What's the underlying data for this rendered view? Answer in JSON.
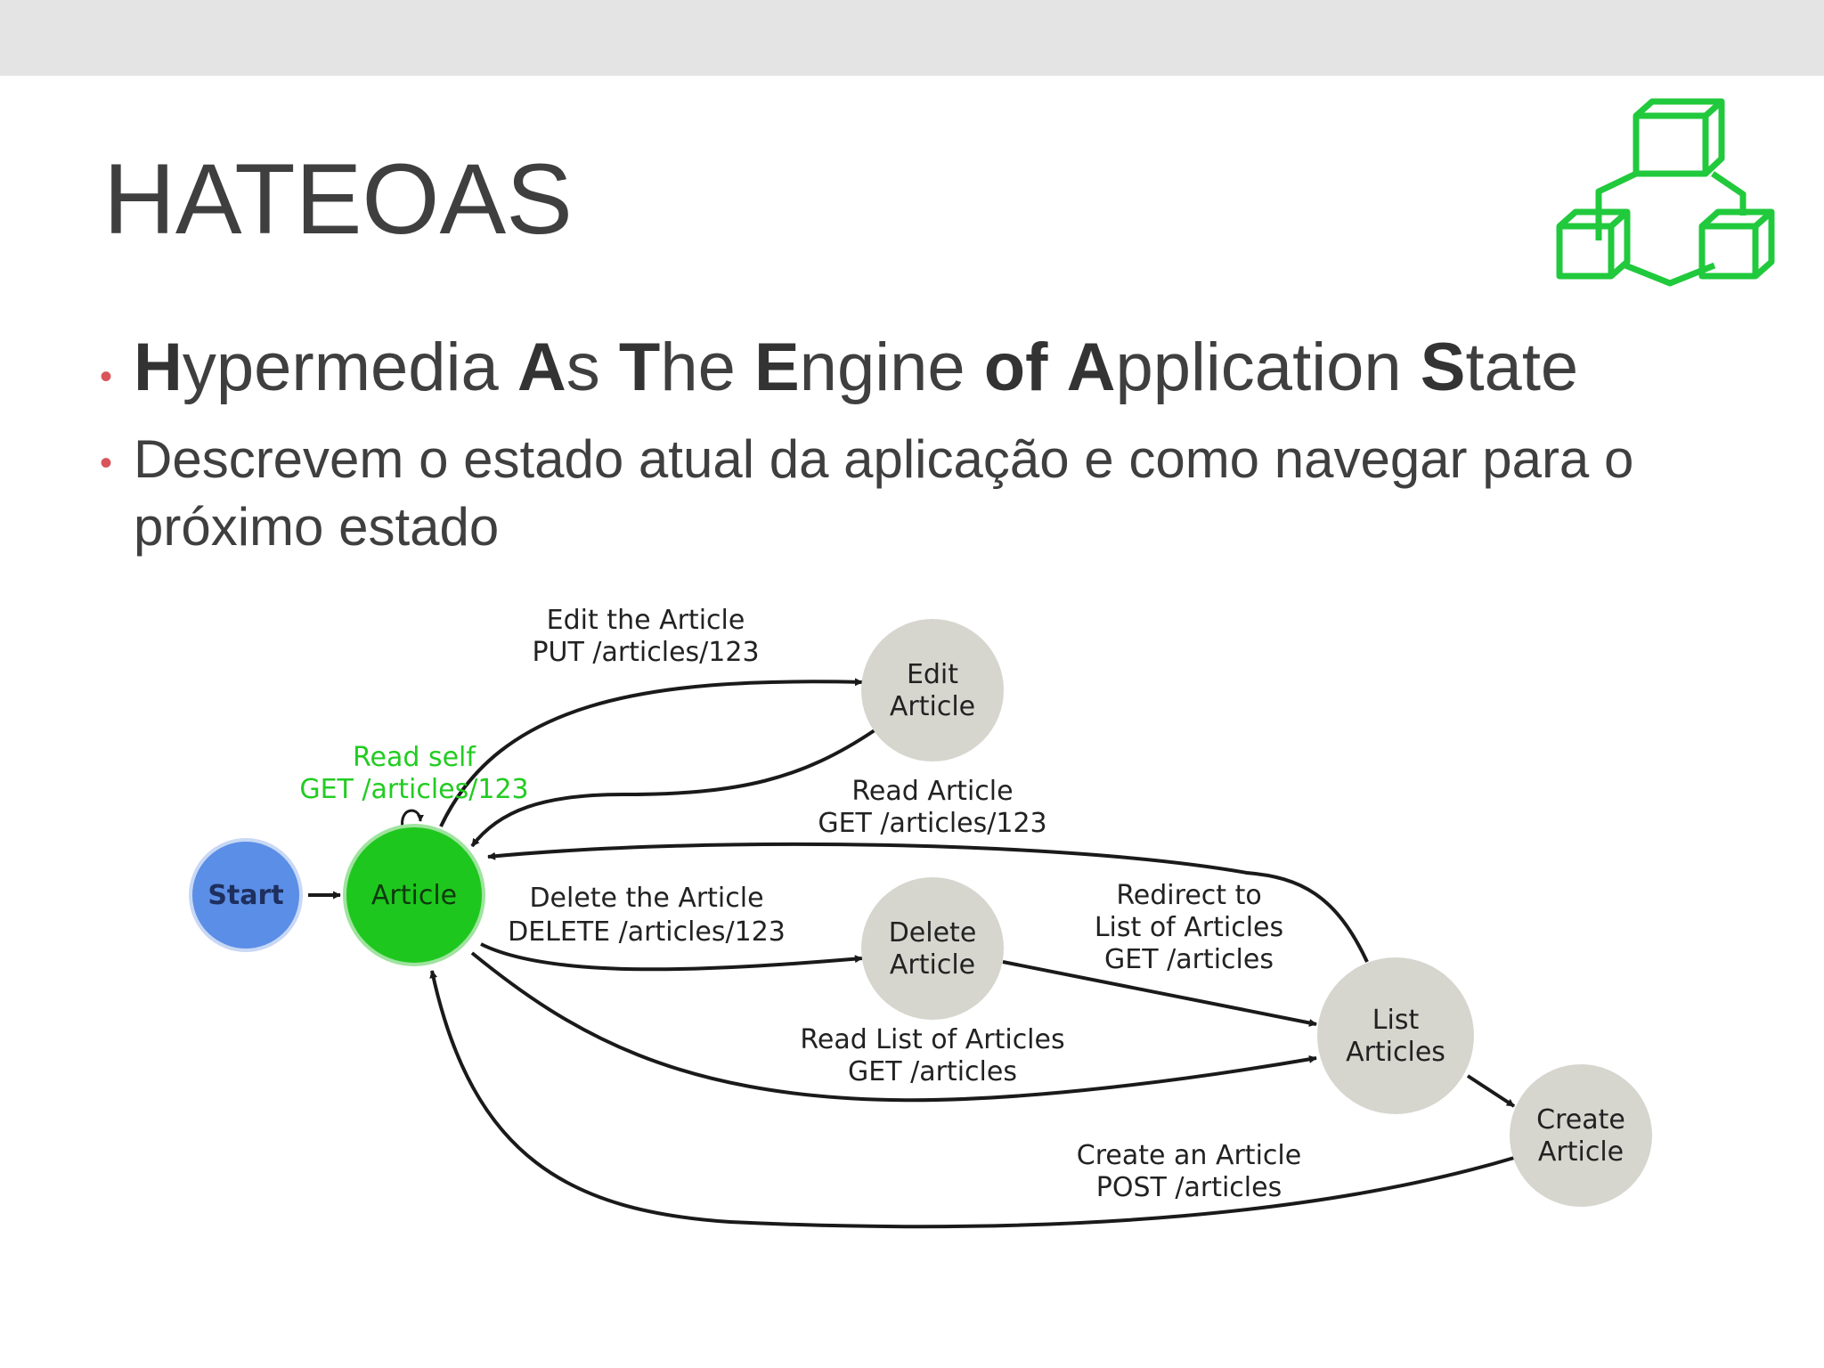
{
  "slide": {
    "title": "HATEOAS",
    "bullet1": [
      {
        "text": "H",
        "bold": true
      },
      {
        "text": "ypermedia ",
        "bold": false
      },
      {
        "text": "A",
        "bold": true
      },
      {
        "text": "s ",
        "bold": false
      },
      {
        "text": "T",
        "bold": true
      },
      {
        "text": "he ",
        "bold": false
      },
      {
        "text": "E",
        "bold": true
      },
      {
        "text": "ngine ",
        "bold": false
      },
      {
        "text": "of",
        "bold": true
      },
      {
        "text": " ",
        "bold": false
      },
      {
        "text": "A",
        "bold": true
      },
      {
        "text": "pplication ",
        "bold": false
      },
      {
        "text": "S",
        "bold": true
      },
      {
        "text": "tate",
        "bold": false
      }
    ],
    "bullet2": "Descrevem o estado atual da aplicação e como navegar para o próximo estado",
    "logo_icon": "green-cubes-logo-icon"
  },
  "diagram": {
    "nodes": {
      "start": {
        "label": [
          "Start"
        ],
        "color": "#5b8ee6",
        "text_color": "#1e2f5e"
      },
      "article": {
        "label": [
          "Article"
        ],
        "color": "#1ec71e",
        "text_color": "#0e3a0e"
      },
      "edit": {
        "label": [
          "Edit",
          "Article"
        ],
        "color": "#d6d6cf",
        "text_color": "#222"
      },
      "delete": {
        "label": [
          "Delete",
          "Article"
        ],
        "color": "#d6d6cf",
        "text_color": "#222"
      },
      "list": {
        "label": [
          "List",
          "Articles"
        ],
        "color": "#d6d6cf",
        "text_color": "#222"
      },
      "create": {
        "label": [
          "Create",
          "Article"
        ],
        "color": "#d6d6cf",
        "text_color": "#222"
      }
    },
    "edge_labels": {
      "edit": [
        "Edit the Article",
        "PUT /articles/123"
      ],
      "read_self": [
        "Read self",
        "GET /articles/123"
      ],
      "read_article": [
        "Read Article",
        "GET /articles/123"
      ],
      "delete": [
        "Delete the Article",
        "DELETE /articles/123"
      ],
      "redirect": [
        "Redirect to",
        "List of Articles",
        "GET /articles"
      ],
      "read_list": [
        "Read List of Articles",
        "GET /articles"
      ],
      "create": [
        "Create an Article",
        "POST /articles"
      ]
    },
    "colors": {
      "edge": "#1a1a1a",
      "self_edge": "#22cc22"
    }
  }
}
